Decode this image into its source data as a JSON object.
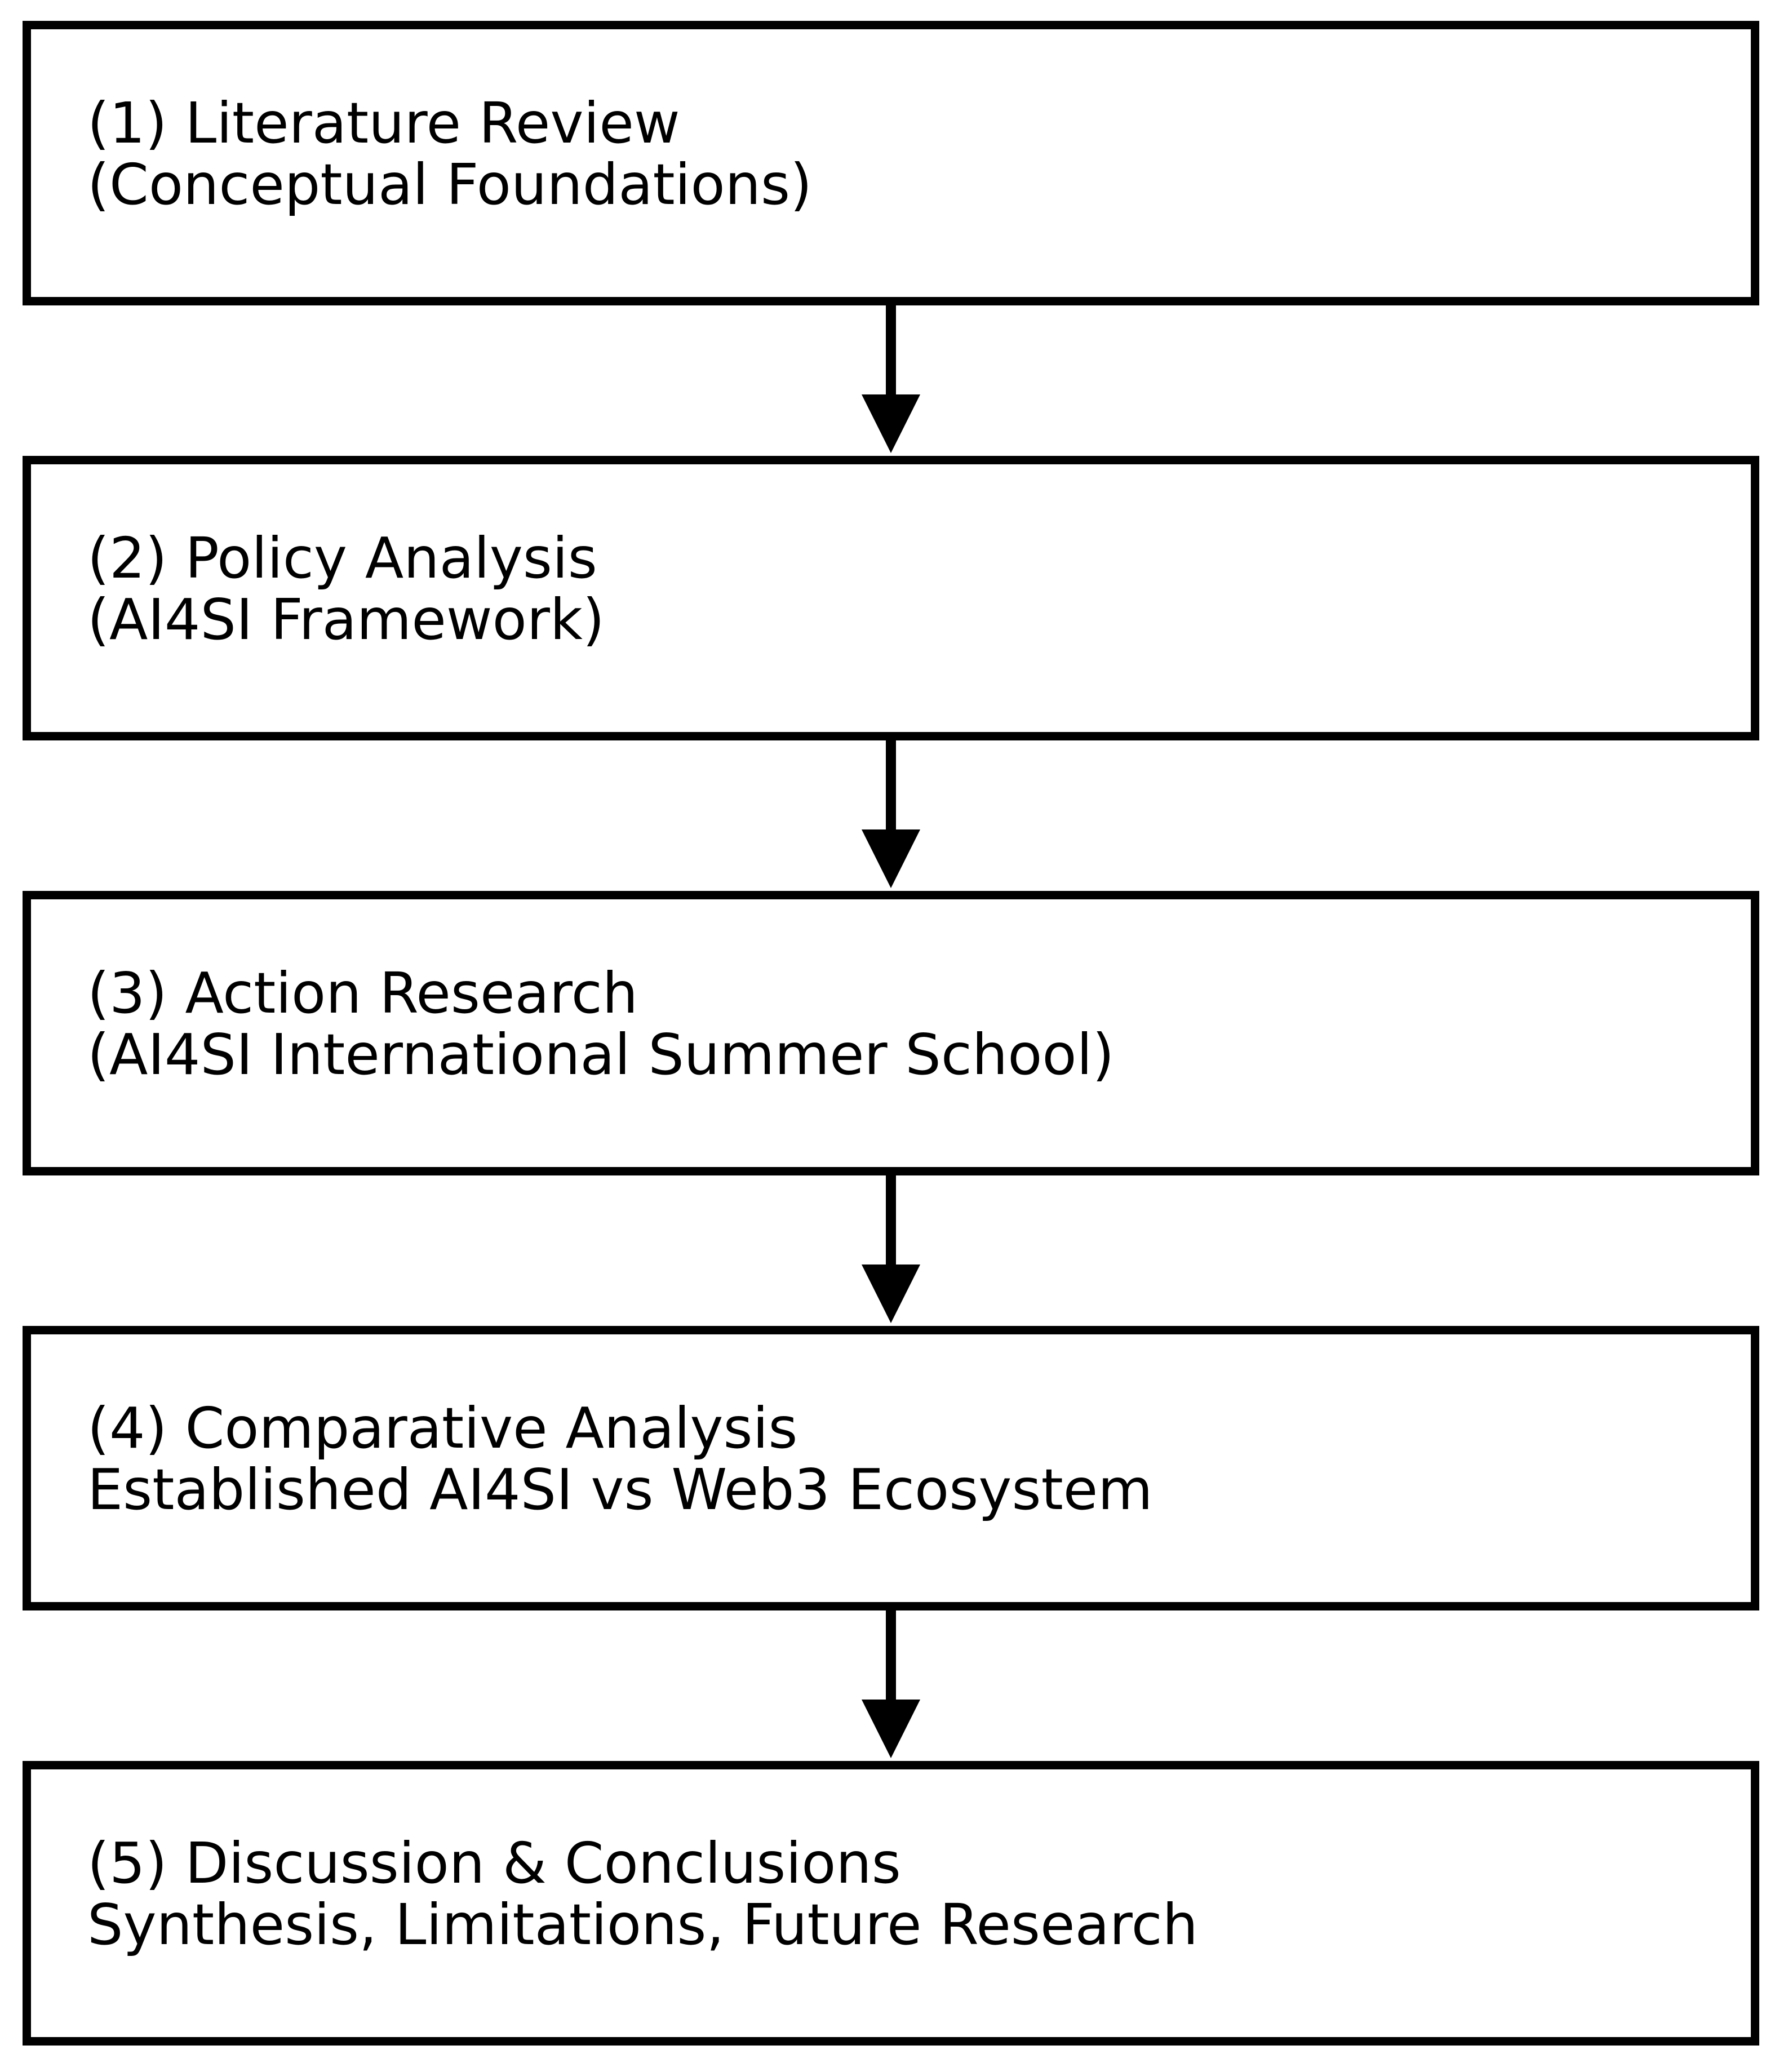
{
  "steps": [
    {
      "title": "(1) Literature Review",
      "subtitle": "(Conceptual Foundations)"
    },
    {
      "title": "(2) Policy Analysis",
      "subtitle": "(AI4SI Framework)"
    },
    {
      "title": "(3) Action Research",
      "subtitle": "(AI4SI International Summer School)"
    },
    {
      "title": "(4) Comparative Analysis",
      "subtitle": "Established AI4SI vs Web3 Ecosystem"
    },
    {
      "title": "(5) Discussion & Conclusions",
      "subtitle": "Synthesis, Limitations, Future Research"
    }
  ],
  "colors": {
    "stroke": "#000000",
    "fill": "#ffffff"
  }
}
